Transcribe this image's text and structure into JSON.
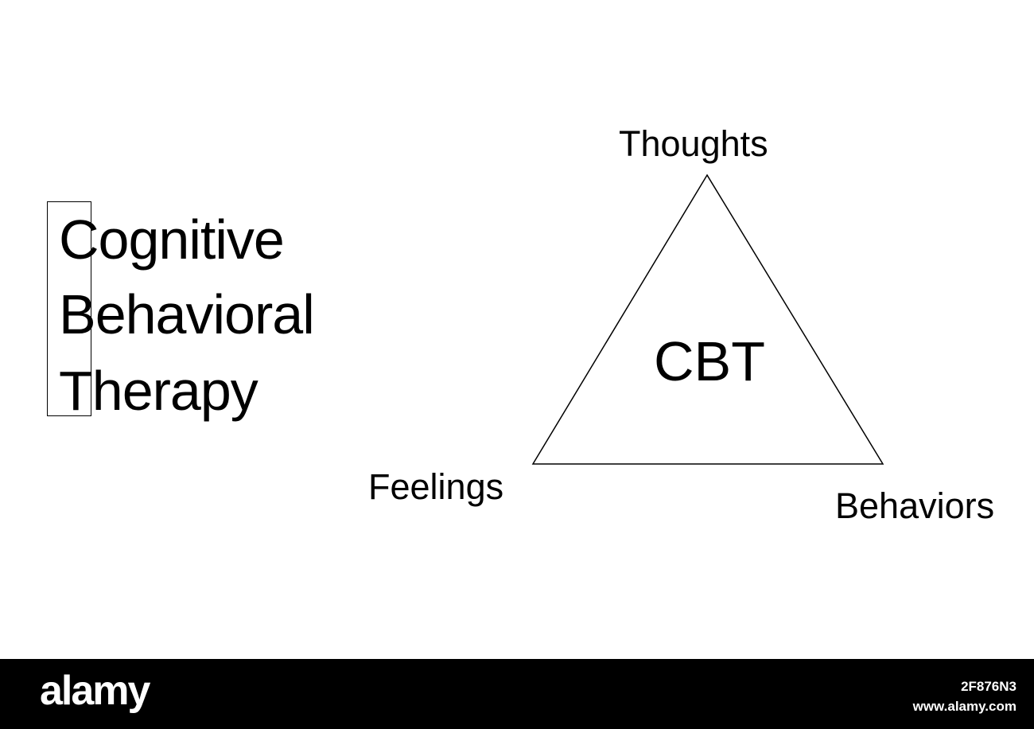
{
  "acronym_text": {
    "lines": [
      "Cognitive",
      "Behavioral",
      "Therapy"
    ]
  },
  "triangle": {
    "top_label": "Thoughts",
    "left_label": "Feelings",
    "right_label": "Behaviors",
    "center_label": "CBT"
  },
  "footer": {
    "logo_text": "alamy",
    "image_id": "2F876N3",
    "site": "www.alamy.com"
  }
}
